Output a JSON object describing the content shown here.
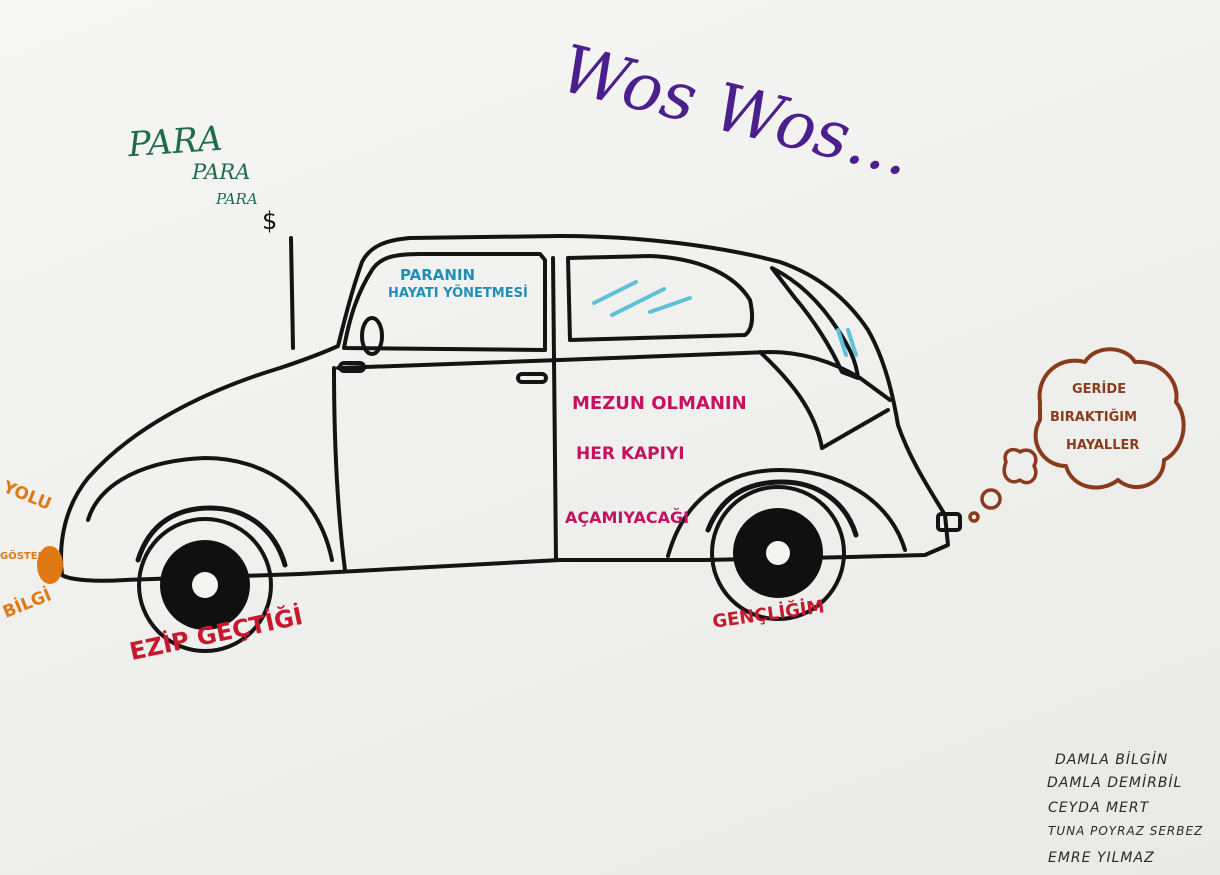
{
  "title": "Wos Wos...",
  "money": {
    "line1": "PARA",
    "line2": "PARA",
    "line3": "PARA",
    "symbol": "$"
  },
  "car": {
    "window_text_1": "PARANIN",
    "window_text_2": "HAYATI YÖNETMESİ",
    "door_text_1": "MEZUN OLMANIN",
    "door_text_2": "HER KAPIYI",
    "door_text_3": "AÇAMIYACAĞI"
  },
  "front": {
    "word_1": "YOLU",
    "word_2": "GÖSTEREN",
    "word_3": "BİLGİ"
  },
  "front_wheel_label": "EZİP GEÇTİĞİ",
  "rear_wheel_label": "GENÇLİĞİM",
  "exhaust_cloud": {
    "line1": "GERİDE",
    "line2": "BIRAKTIĞIM",
    "line3": "HAYALLER"
  },
  "authors": [
    "DAMLA BİLGİN",
    "DAMLA DEMİRBİL",
    "CEYDA MERT",
    "TUNA POYRAZ SERBEZ",
    "EMRE YILMAZ"
  ],
  "colors": {
    "outline": "#141414",
    "title": "#4b1f8c",
    "money": "#1f6b4e",
    "window_text": "#1f8fb8",
    "door_text": "#c4125e",
    "wheel_label": "#c8182e",
    "front_label": "#e07914",
    "cloud": "#8a3b1c",
    "glass_stripes": "#5fc0d8"
  }
}
